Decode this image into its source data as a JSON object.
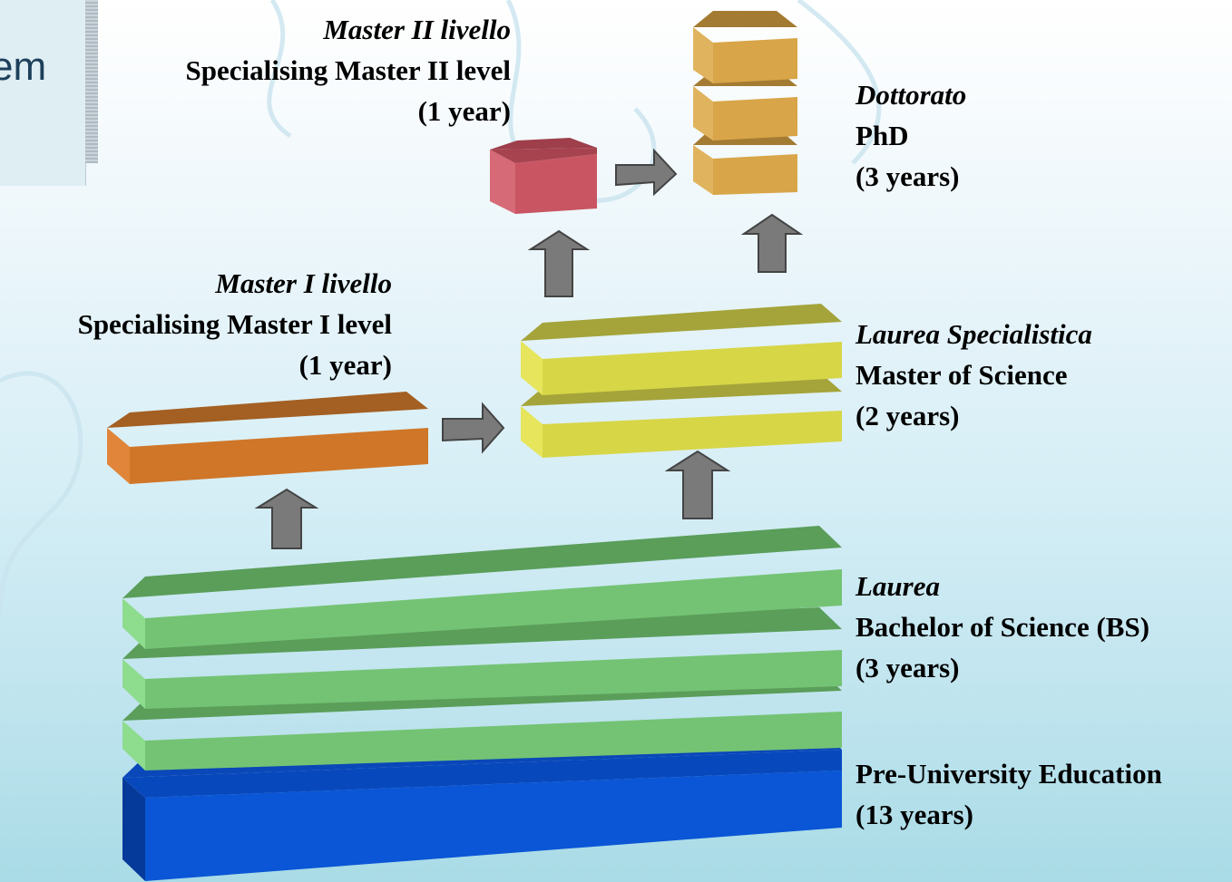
{
  "title_fragment": "em",
  "levels": {
    "master2": {
      "italian": "Master II livello",
      "english": "Specialising Master II level",
      "duration": "(1 year)",
      "color": "#c95563"
    },
    "phd": {
      "italian": "Dottorato",
      "english": "PhD",
      "duration": "(3 years)",
      "color": "#d8a548"
    },
    "master1": {
      "italian": "Master I livello",
      "english": "Specialising Master I level",
      "duration": "(1 year)",
      "color": "#d07628"
    },
    "msc": {
      "italian": "Laurea Specialistica",
      "english": "Master of Science",
      "duration": "(2 years)",
      "color": "#d7d647"
    },
    "bsc": {
      "italian": "Laurea",
      "english": "Bachelor of Science (BS)",
      "duration": "(3 years)",
      "color": "#74c374"
    },
    "pre": {
      "english": "Pre-University Education",
      "duration": "(13 years)",
      "color": "#0a56d6"
    }
  },
  "arrow_color": "#7a7a7a"
}
